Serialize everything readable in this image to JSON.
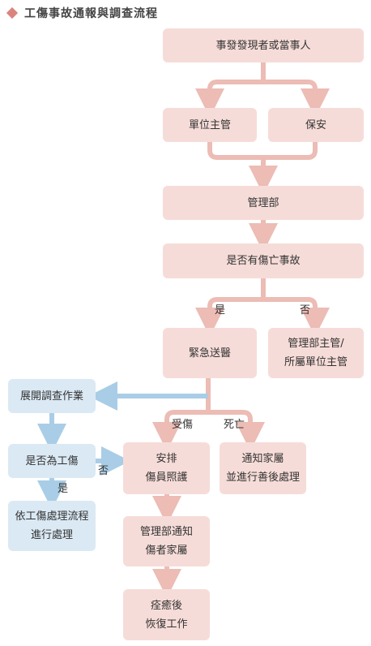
{
  "title": "工傷事故通報與調查流程",
  "colors": {
    "pink_box": "#f6dcd8",
    "pink_line": "#ecbcb5",
    "blue_box": "#dbe9f4",
    "blue_line": "#a9cde6",
    "title_diamond": "#d9857e"
  },
  "nodes": {
    "reporter": "事發發現者或當事人",
    "unit_head": "單位主管",
    "security": "保安",
    "mgmt_dept": "管理部",
    "casualty_q": "是否有傷亡事故",
    "emergency": "緊急送醫",
    "notify_head_l1": "管理部主管/",
    "notify_head_l2": "所屬單位主管",
    "investigate": "展開調查作業",
    "is_work_injury": "是否為工傷",
    "procedure_l1": "依工傷處理流程",
    "procedure_l2": "進行處理",
    "arrange_l1": "安排",
    "arrange_l2": "傷員照護",
    "family_l1": "通知家屬",
    "family_l2": "並進行善後處理",
    "notify_fam_l1": "管理部通知",
    "notify_fam_l2": "傷者家屬",
    "recover_l1": "痊癒後",
    "recover_l2": "恢復工作"
  },
  "labels": {
    "yes_left": "是",
    "no_right": "否",
    "injured": "受傷",
    "death": "死亡",
    "no_arrow": "否",
    "yes_down": "是"
  }
}
